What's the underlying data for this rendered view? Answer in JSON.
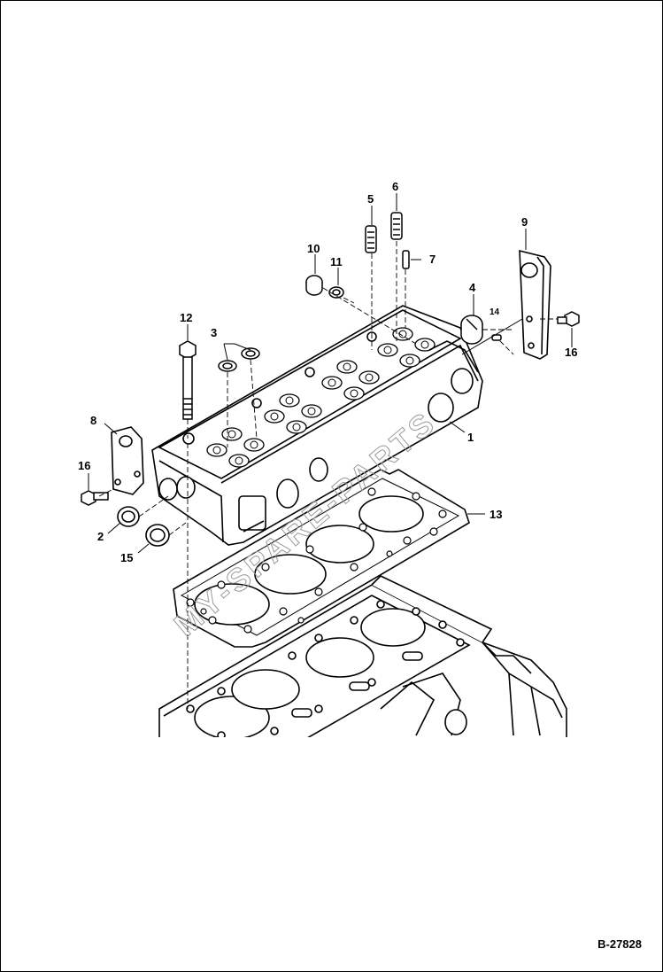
{
  "diagram": {
    "reference_code": "B-27828",
    "watermark_text": "MY-SPARE-PARTS",
    "callouts": [
      {
        "id": "c1",
        "label": "1"
      },
      {
        "id": "c2",
        "label": "2"
      },
      {
        "id": "c3",
        "label": "3"
      },
      {
        "id": "c4",
        "label": "4"
      },
      {
        "id": "c5",
        "label": "5"
      },
      {
        "id": "c6",
        "label": "6"
      },
      {
        "id": "c7",
        "label": "7"
      },
      {
        "id": "c8",
        "label": "8"
      },
      {
        "id": "c9",
        "label": "9"
      },
      {
        "id": "c10",
        "label": "10"
      },
      {
        "id": "c11",
        "label": "11"
      },
      {
        "id": "c12",
        "label": "12"
      },
      {
        "id": "c13",
        "label": "13"
      },
      {
        "id": "c14",
        "label": "14"
      },
      {
        "id": "c15",
        "label": "15"
      },
      {
        "id": "c16a",
        "label": "16"
      },
      {
        "id": "c16b",
        "label": "16"
      }
    ]
  }
}
